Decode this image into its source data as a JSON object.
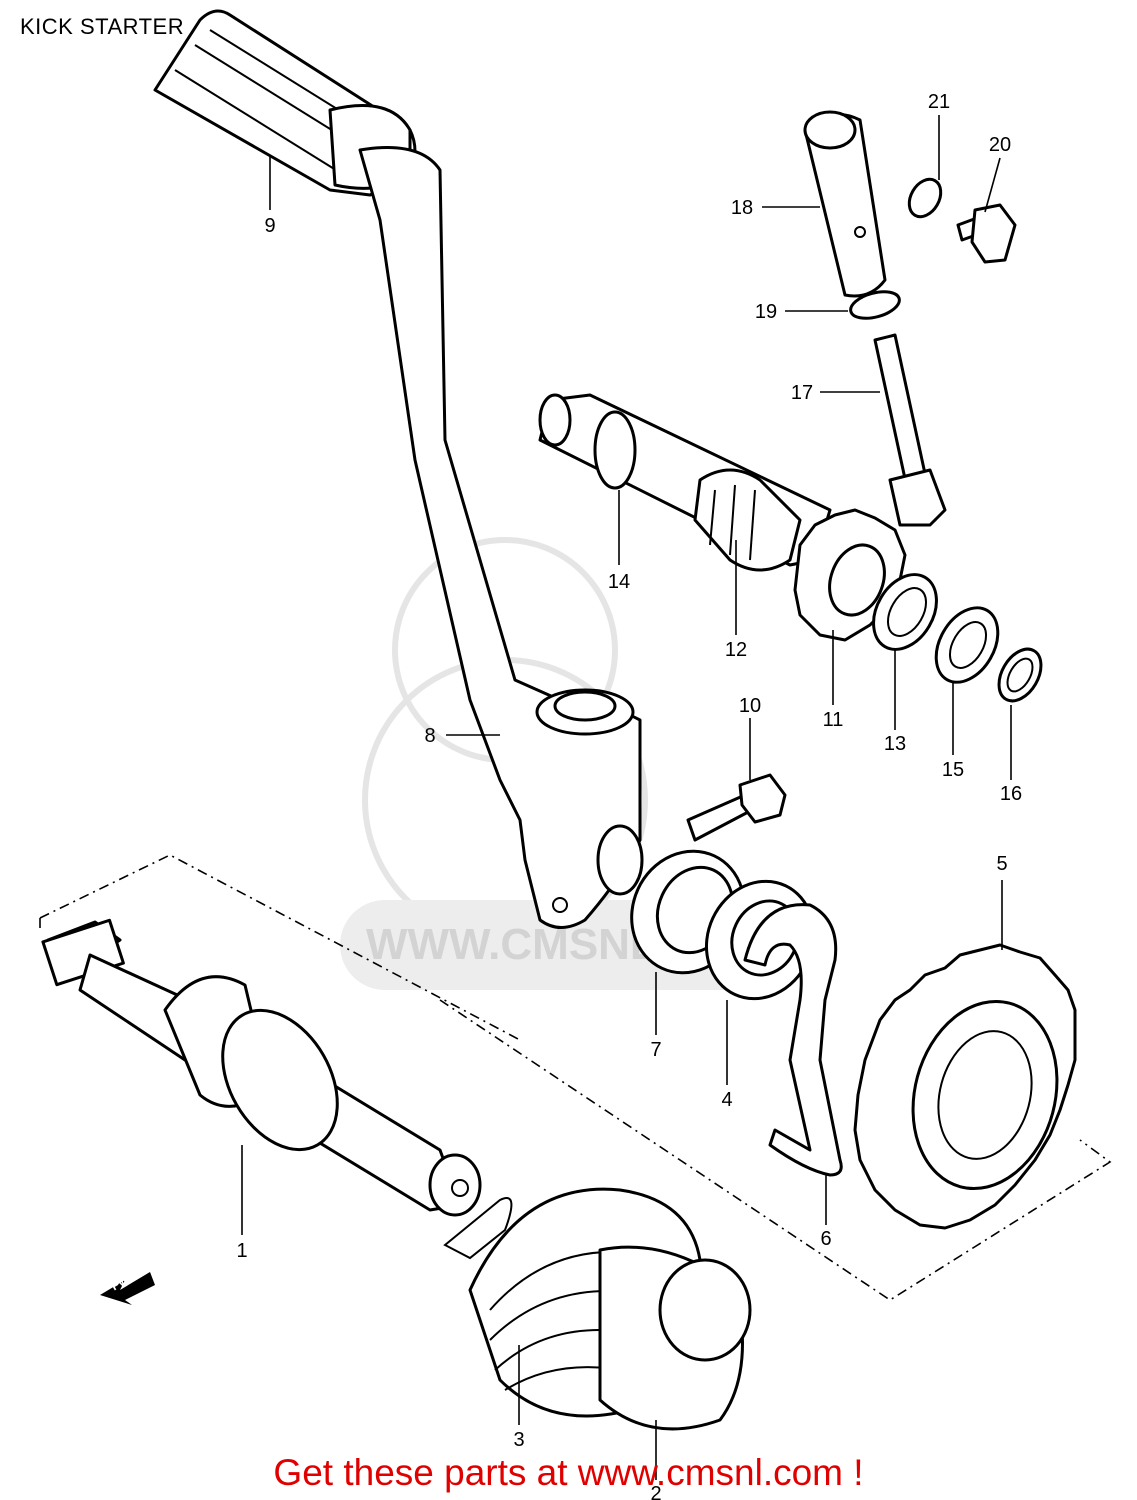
{
  "title": "KICK STARTER",
  "footer": "Get these parts at www.cmsnl.com !",
  "watermark": "WWW.CMSNL.COM",
  "fwd_marker": "FWD",
  "callouts": [
    "1",
    "2",
    "3",
    "4",
    "5",
    "6",
    "7",
    "8",
    "9",
    "10",
    "11",
    "12",
    "13",
    "14",
    "15",
    "16",
    "17",
    "18",
    "19",
    "20",
    "21"
  ],
  "colors": {
    "footer": "#e00000",
    "line": "#000000",
    "watermark": "#dcdcdc"
  }
}
